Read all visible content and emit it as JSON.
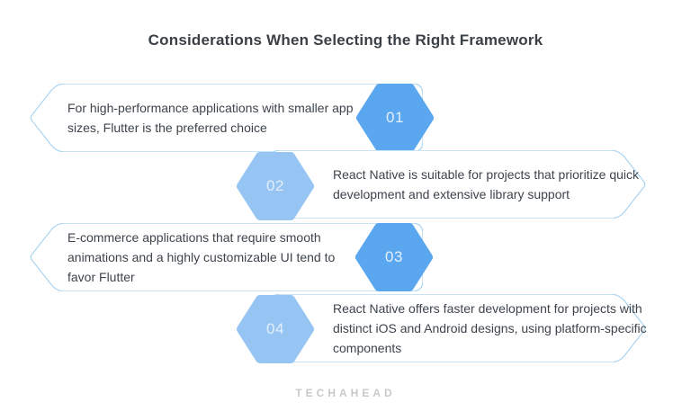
{
  "title": "Considerations When Selecting the Right Framework",
  "brand": {
    "logo_text": "TECHAHEAD"
  },
  "colors": {
    "badge_dark_blue": "#5BA7EF",
    "badge_light_blue": "#96C5F3",
    "banner_border": "#ABD4F1",
    "body_text": "#3D444C",
    "title_text": "#3A4046",
    "badge_number_text": "#E3EFFB",
    "logo_gray": "#C7C9CB"
  },
  "items": [
    {
      "number": "01",
      "side": "left",
      "badge_style": "dark",
      "text": "For high-performance applications with smaller app sizes, Flutter is the preferred choice"
    },
    {
      "number": "02",
      "side": "right",
      "badge_style": "light",
      "text": "React Native is suitable for projects that prioritize quick development and extensive library support"
    },
    {
      "number": "03",
      "side": "left",
      "badge_style": "dark",
      "text": "E-commerce applications that require smooth animations and a highly customizable UI tend to favor Flutter"
    },
    {
      "number": "04",
      "side": "right",
      "badge_style": "light",
      "text": "React Native offers faster development for projects with distinct iOS and Android designs, using platform-specific components"
    }
  ]
}
